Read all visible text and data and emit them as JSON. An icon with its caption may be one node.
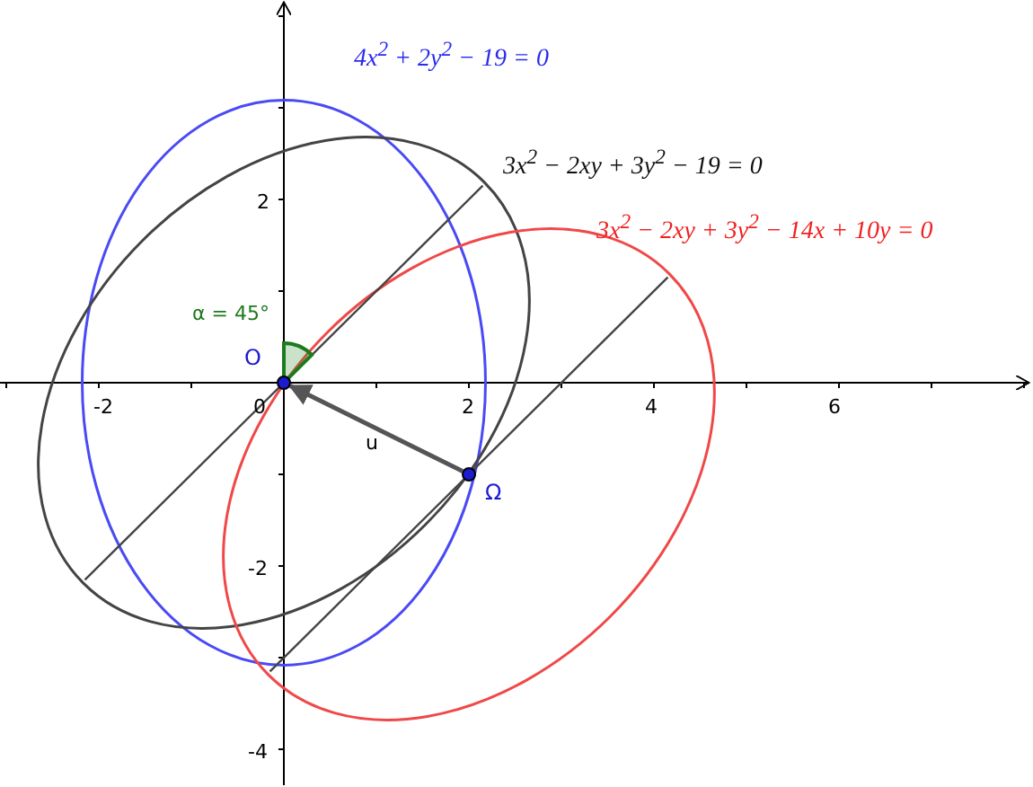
{
  "diagram": {
    "nodes": [
      {
        "text": [],
        "shape": "circle",
        "beside": [
          "O"
        ]
      },
      {
        "text": [],
        "shape": "circle",
        "beside": [
          "Ω"
        ]
      }
    ],
    "edges": [
      {
        "from": 1,
        "to": 0,
        "arrow": "to",
        "label": "u"
      }
    ],
    "labels": [
      "4x$^{2}$ + 2y$^{2}$ − 19 = 0",
      "3x$^{2}$ − 2xy + 3y$^{2}$ − 19 = 0",
      "3x$^{2}$ − 2xy + 3y$^{2}$ − 14x + 10y = 0",
      "α = 45°",
      "2",
      "-2",
      "0",
      "2",
      "4",
      "6",
      "-2",
      "-4"
    ]
  }
}
